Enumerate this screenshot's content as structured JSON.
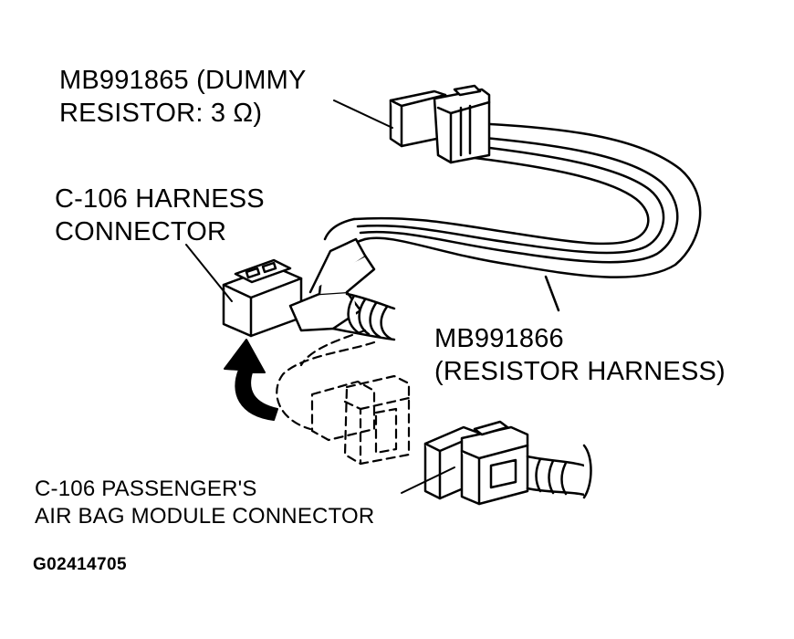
{
  "labels": {
    "dummy_resistor": {
      "line1": "MB991865 (DUMMY",
      "line2_prefix": "RESISTOR: 3 ",
      "line2_symbol": "Ω",
      "line2_suffix": ")"
    },
    "harness_connector": {
      "line1": "C-106 HARNESS",
      "line2": "CONNECTOR"
    },
    "resistor_harness": {
      "line1": "MB991866",
      "line2": "(RESISTOR HARNESS)"
    },
    "module_connector": {
      "line1": "C-106 PASSENGER'S",
      "line2": "AIR BAG MODULE CONNECTOR"
    },
    "figure_id": "G02414705"
  },
  "icons": {
    "arrow": "curved-up-arrow-icon"
  },
  "colors": {
    "ink": "#000000",
    "paper": "#ffffff"
  }
}
